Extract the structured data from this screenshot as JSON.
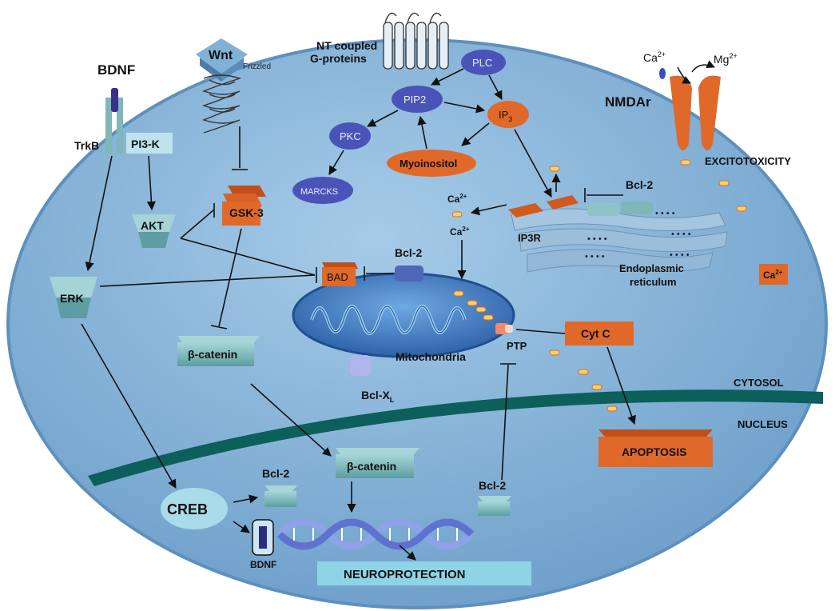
{
  "labels": {
    "bdnf_top": "BDNF",
    "trkb": "TrkB",
    "pi3k": "PI3-K",
    "akt": "AKT",
    "erk": "ERK",
    "wnt": "Wnt",
    "frizzled": "Frizzled",
    "gsk3": "GSK-3",
    "bcatenin_cyto": "β-catenin",
    "bcatenin_nuc": "β-catenin",
    "nt_coupled_line1": "NT coupled",
    "nt_coupled_line2": "G-proteins",
    "plc": "PLC",
    "pip2": "PIP2",
    "ip3": "IP",
    "ip3_sub": "3",
    "pkc": "PKC",
    "marcks": "MARCKS",
    "myoinositol": "Myoinositol",
    "nmdar": "NMDAr",
    "ca_top": "Ca",
    "ca_top_sup": "2+",
    "mg_top": "Mg",
    "mg_top_sup": "2+",
    "excitotoxicity": "EXCITOTOXICITY",
    "bcl2_er": "Bcl-2",
    "ca_left": "Ca",
    "ca_left_sup": "2+",
    "ca_mito": "Ca",
    "ca_mito_sup": "2+",
    "ip3r": "IP3R",
    "er_line1": "Endoplasmic",
    "er_line2": "reticulum",
    "ca_box": "Ca",
    "ca_box_sup": "2+",
    "bad": "BAD",
    "bcl2_mito": "Bcl-2",
    "mitochondria": "Mitochondria",
    "bclxl": "Bcl-X",
    "bclxl_sub": "L",
    "ptp": "PTP",
    "cytc": "Cyt C",
    "cytosol": "CYTOSOL",
    "nucleus": "NUCLEUS",
    "apoptosis": "APOPTOSIS",
    "creb": "CREB",
    "bcl2_creb": "Bcl-2",
    "bcl2_nuc": "Bcl-2",
    "bdnf_gene": "BDNF",
    "neuroprotection": "NEUROPROTECTION"
  },
  "colors": {
    "cell_fill": "#8fb8dc",
    "cell_border": "#5e90bd",
    "membrane": "#0c5f5a",
    "orange": "#e0692a",
    "blue_node": "#4a54b8",
    "teal_box": "#7fbcc0",
    "light_box": "#a9dbe8"
  }
}
